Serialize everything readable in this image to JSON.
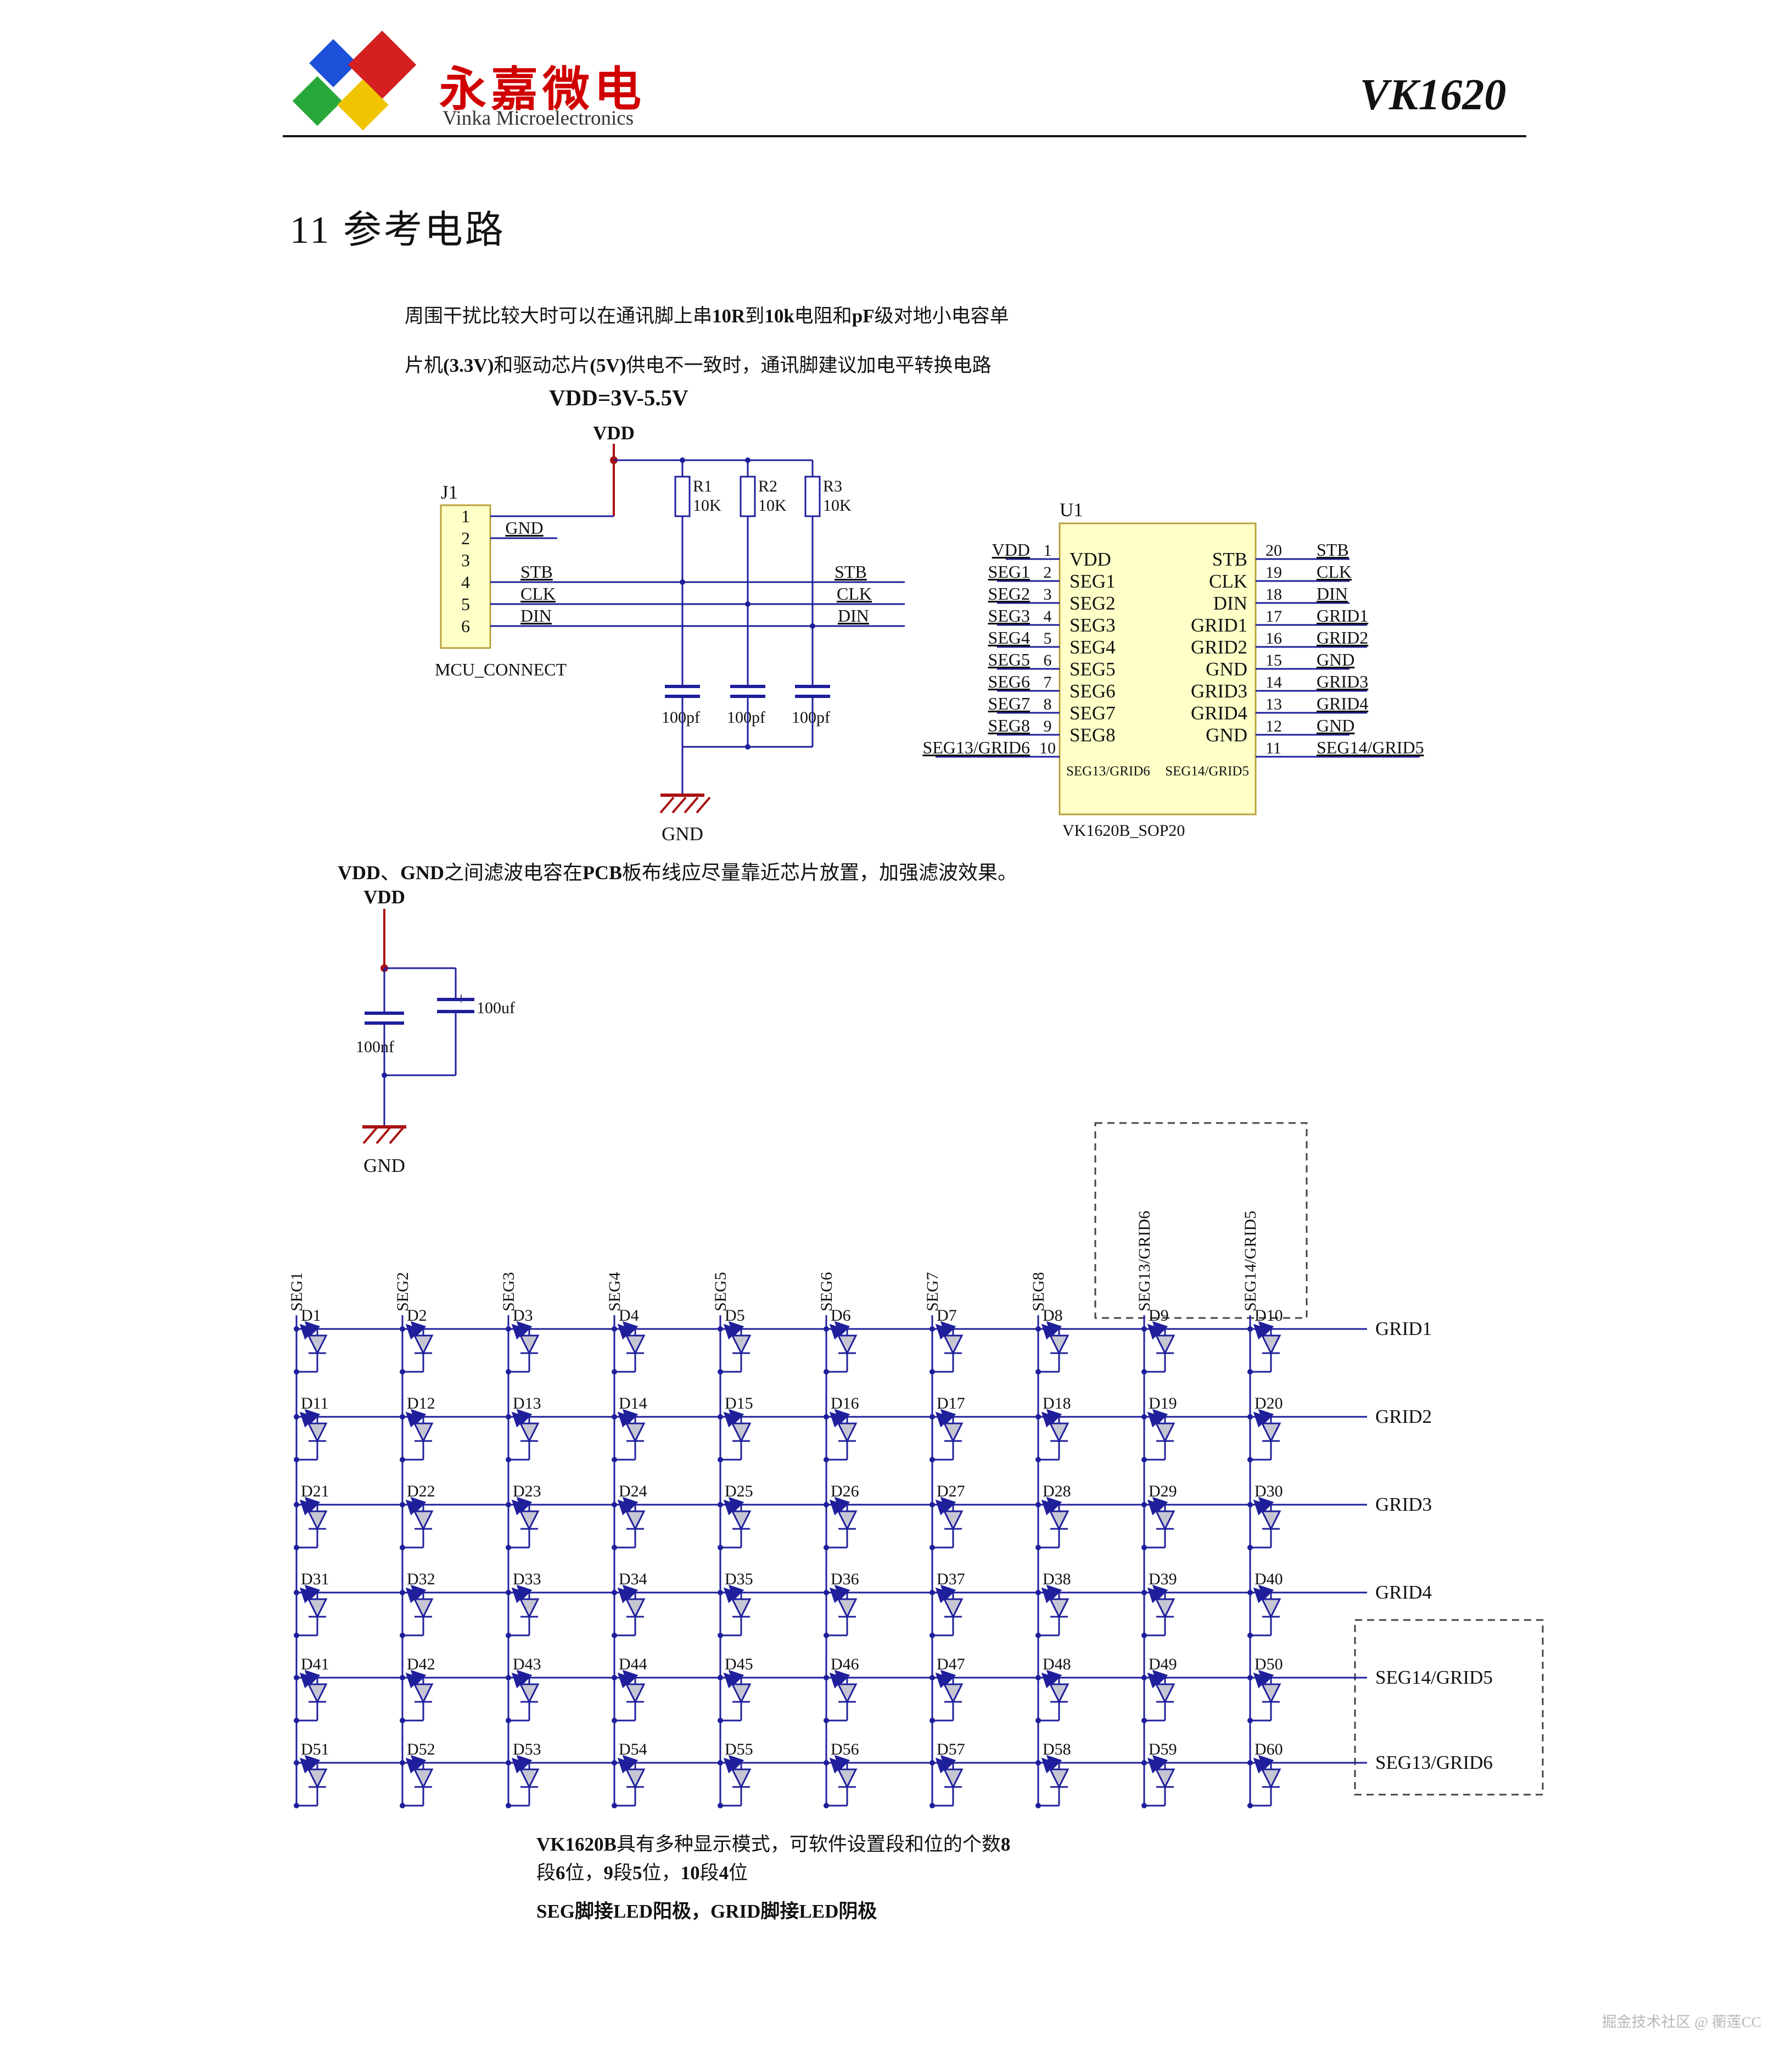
{
  "header": {
    "brand_cn": "永嘉微电",
    "brand_en": "Vinka Microelectronics",
    "part": "VK1620"
  },
  "section_title": "11  参考电路",
  "intro": {
    "line1": [
      {
        "t": "周围干扰比较大时可以在通讯脚上串",
        "b": 0
      },
      {
        "t": "10R",
        "b": 1
      },
      {
        "t": "到",
        "b": 0
      },
      {
        "t": "10k",
        "b": 1
      },
      {
        "t": "电阻和",
        "b": 0
      },
      {
        "t": "pF",
        "b": 1
      },
      {
        "t": "级对地小电容单",
        "b": 0
      }
    ],
    "line2": [
      {
        "t": "片机",
        "b": 0
      },
      {
        "t": "(3.3V)",
        "b": 1
      },
      {
        "t": "和驱动芯片",
        "b": 0
      },
      {
        "t": "(5V)",
        "b": 1
      },
      {
        "t": "供电不一致时，通讯脚建议加电平转换电路",
        "b": 0
      }
    ],
    "vdd_note": "VDD=3V-5.5V"
  },
  "schematic1": {
    "vdd": "VDD",
    "gnd": "GND",
    "j1": {
      "ref": "J1",
      "name": "MCU_CONNECT",
      "pins": [
        "1",
        "2",
        "3",
        "4",
        "5",
        "6"
      ],
      "nets": [
        "GND",
        "STB",
        "CLK",
        "DIN"
      ]
    },
    "mid_nets": [
      "STB",
      "CLK",
      "DIN"
    ],
    "resistors": [
      {
        "ref": "R1",
        "val": "10K"
      },
      {
        "ref": "R2",
        "val": "10K"
      },
      {
        "ref": "R3",
        "val": "10K"
      }
    ],
    "caps": [
      {
        "val": "100pf"
      },
      {
        "val": "100pf"
      },
      {
        "val": "100pf"
      }
    ],
    "u1": {
      "ref": "U1",
      "footprint": "VK1620B_SOP20",
      "left_pins": [
        {
          "num": "1",
          "name": "VDD"
        },
        {
          "num": "2",
          "name": "SEG1"
        },
        {
          "num": "3",
          "name": "SEG2"
        },
        {
          "num": "4",
          "name": "SEG3"
        },
        {
          "num": "5",
          "name": "SEG4"
        },
        {
          "num": "6",
          "name": "SEG5"
        },
        {
          "num": "7",
          "name": "SEG6"
        },
        {
          "num": "8",
          "name": "SEG7"
        },
        {
          "num": "9",
          "name": "SEG8"
        },
        {
          "num": "10",
          "name": "SEG13/GRID6"
        }
      ],
      "right_pins": [
        {
          "num": "20",
          "name": "STB"
        },
        {
          "num": "19",
          "name": "CLK"
        },
        {
          "num": "18",
          "name": "DIN"
        },
        {
          "num": "17",
          "name": "GRID1"
        },
        {
          "num": "16",
          "name": "GRID2"
        },
        {
          "num": "15",
          "name": "GND"
        },
        {
          "num": "14",
          "name": "GRID3"
        },
        {
          "num": "13",
          "name": "GRID4"
        },
        {
          "num": "12",
          "name": "GND"
        },
        {
          "num": "11",
          "name": "SEG14/GRID5"
        }
      ]
    }
  },
  "filter_note": [
    {
      "t": "VDD",
      "b": 1
    },
    {
      "t": "、",
      "b": 0
    },
    {
      "t": "GND",
      "b": 1
    },
    {
      "t": "之间滤波电容在",
      "b": 0
    },
    {
      "t": "PCB",
      "b": 1
    },
    {
      "t": "板布线应尽量靠近芯片放置，加强滤波效果。",
      "b": 0
    }
  ],
  "schematic2": {
    "vdd": "VDD",
    "gnd": "GND",
    "c_small": "100nf",
    "c_big": "100uf",
    "plus": "+"
  },
  "matrix": {
    "col_labels": [
      "SEG1",
      "SEG2",
      "SEG3",
      "SEG4",
      "SEG5",
      "SEG6",
      "SEG7",
      "SEG8",
      "SEG13/GRID6",
      "SEG14/GRID5"
    ],
    "rows": [
      {
        "grid": "GRID1",
        "diodes": [
          "D1",
          "D2",
          "D3",
          "D4",
          "D5",
          "D6",
          "D7",
          "D8",
          "D9",
          "D10"
        ]
      },
      {
        "grid": "GRID2",
        "diodes": [
          "D11",
          "D12",
          "D13",
          "D14",
          "D15",
          "D16",
          "D17",
          "D18",
          "D19",
          "D20"
        ]
      },
      {
        "grid": "GRID3",
        "diodes": [
          "D21",
          "D22",
          "D23",
          "D24",
          "D25",
          "D26",
          "D27",
          "D28",
          "D29",
          "D30"
        ]
      },
      {
        "grid": "GRID4",
        "diodes": [
          "D31",
          "D32",
          "D33",
          "D34",
          "D35",
          "D36",
          "D37",
          "D38",
          "D39",
          "D40"
        ]
      },
      {
        "grid": "SEG14/GRID5",
        "diodes": [
          "D41",
          "D42",
          "D43",
          "D44",
          "D45",
          "D46",
          "D47",
          "D48",
          "D49",
          "D50"
        ]
      },
      {
        "grid": "SEG13/GRID6",
        "diodes": [
          "D51",
          "D52",
          "D53",
          "D54",
          "D55",
          "D56",
          "D57",
          "D58",
          "D59",
          "D60"
        ]
      }
    ]
  },
  "notes": {
    "line1": [
      {
        "t": "VK1620B",
        "b": 1
      },
      {
        "t": "具有多种显示模式，可软件设置段和位的个数",
        "b": 0
      },
      {
        "t": "8",
        "b": 1
      }
    ],
    "line2": [
      {
        "t": "段",
        "b": 0
      },
      {
        "t": "6",
        "b": 1
      },
      {
        "t": "位，",
        "b": 0
      },
      {
        "t": "9",
        "b": 1
      },
      {
        "t": "段",
        "b": 0
      },
      {
        "t": "5",
        "b": 1
      },
      {
        "t": "位，",
        "b": 0
      },
      {
        "t": "10",
        "b": 1
      },
      {
        "t": "段",
        "b": 0
      },
      {
        "t": "4",
        "b": 1
      },
      {
        "t": "位",
        "b": 0
      }
    ],
    "line3": [
      {
        "t": "SEG脚接LED阳极，GRID脚接LED阴极",
        "b": 1
      }
    ]
  },
  "footer": "掘金技术社区 @ 蘅莲CC"
}
